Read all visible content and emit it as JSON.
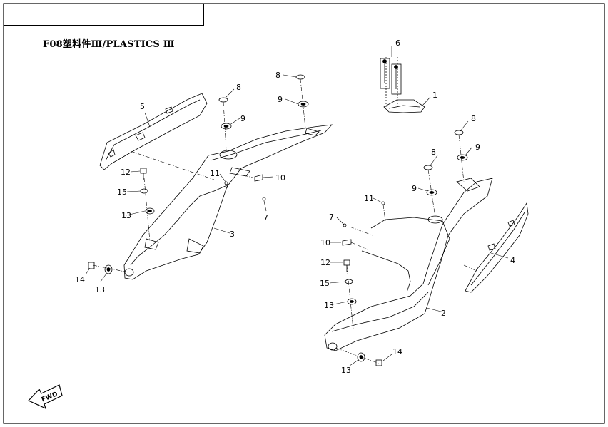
{
  "title": "F08塑料件Ⅲ/PLASTICS Ⅲ",
  "fwd_label": "FWD",
  "callouts": {
    "c1": "1",
    "c2": "2",
    "c3": "3",
    "c4": "4",
    "c5": "5",
    "c6": "6",
    "c7a": "7",
    "c7b": "7",
    "c8a": "8",
    "c8b": "8",
    "c8c": "8",
    "c8d": "8",
    "c9a": "9",
    "c9b": "9",
    "c9c": "9",
    "c9d": "9",
    "c10a": "10",
    "c10b": "10",
    "c11a": "11",
    "c11b": "11",
    "c12a": "12",
    "c12b": "12",
    "c13a": "13",
    "c13b": "13",
    "c13c": "13",
    "c13d": "13",
    "c14a": "14",
    "c14b": "14",
    "c15a": "15",
    "c15b": "15"
  }
}
